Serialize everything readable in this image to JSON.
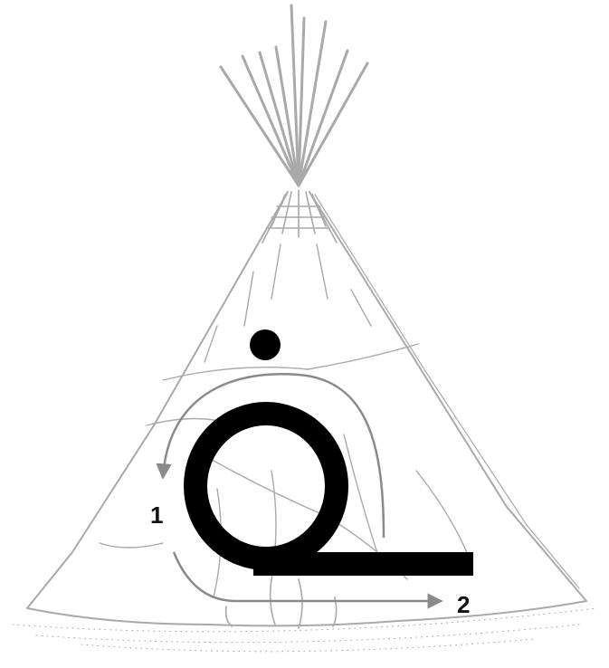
{
  "labels": {
    "step1": "1",
    "step2": "2"
  },
  "colors": {
    "sketch": "#a9a9a9",
    "symbol": "#000000",
    "arrow": "#8a8a8a",
    "background": "#ffffff"
  },
  "icons": {
    "tipi": "tipi-sketch",
    "symbol": "circle-with-dot-and-tail-symbol",
    "arrow": "curved-arrow"
  }
}
